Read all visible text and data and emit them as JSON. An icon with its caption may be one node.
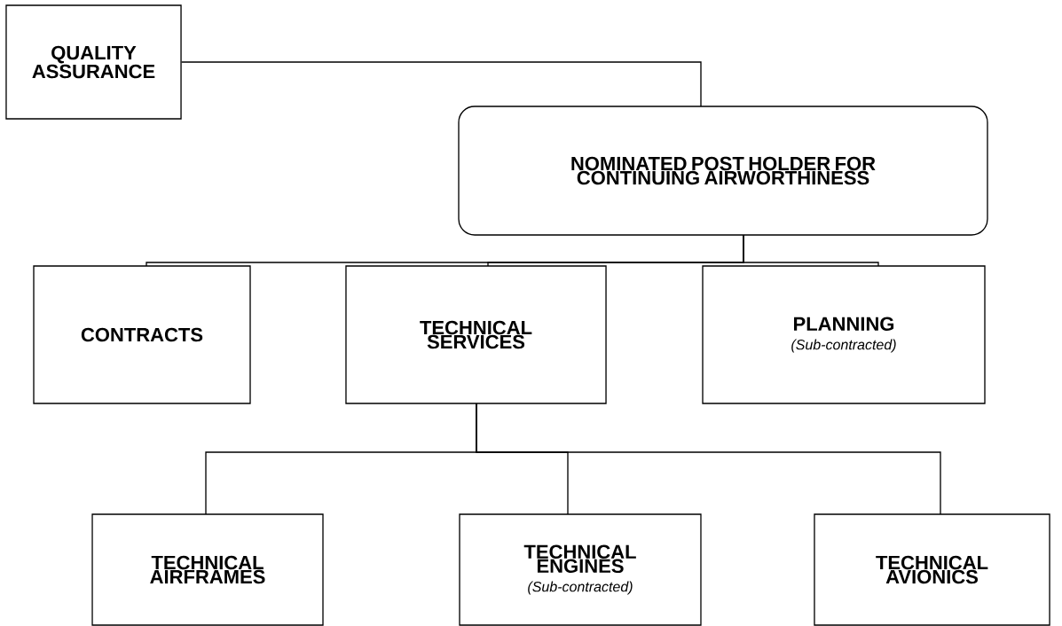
{
  "diagram": {
    "nodes": [
      {
        "text": [
          "QUALITY ASSURANCE"
        ]
      },
      {
        "text": [
          "NOMINATED POST HOLDER FOR CONTINUING AIRWORTHINESS"
        ]
      },
      {
        "text": [
          "CONTRACTS"
        ]
      },
      {
        "text": [
          "TECHNICAL SERVICES"
        ]
      },
      {
        "text": [
          "PLANNING",
          "(Sub-contracted)"
        ]
      },
      {
        "text": [
          "TECHNICAL AIRFRAMES"
        ]
      },
      {
        "text": [
          "TECHNICAL ENGINES",
          "(Sub-contracted)"
        ]
      },
      {
        "text": [
          "TECHNICAL AVIONICS"
        ]
      }
    ],
    "edges": [
      {
        "from": 0,
        "to": 1,
        "arrow": "none"
      },
      {
        "from": 1,
        "to": 2,
        "arrow": "none"
      },
      {
        "from": 1,
        "to": 3,
        "arrow": "none"
      },
      {
        "from": 1,
        "to": 4,
        "arrow": "none"
      },
      {
        "from": 3,
        "to": 5,
        "arrow": "none"
      },
      {
        "from": 3,
        "to": 6,
        "arrow": "none"
      },
      {
        "from": 3,
        "to": 7,
        "arrow": "none"
      }
    ]
  }
}
